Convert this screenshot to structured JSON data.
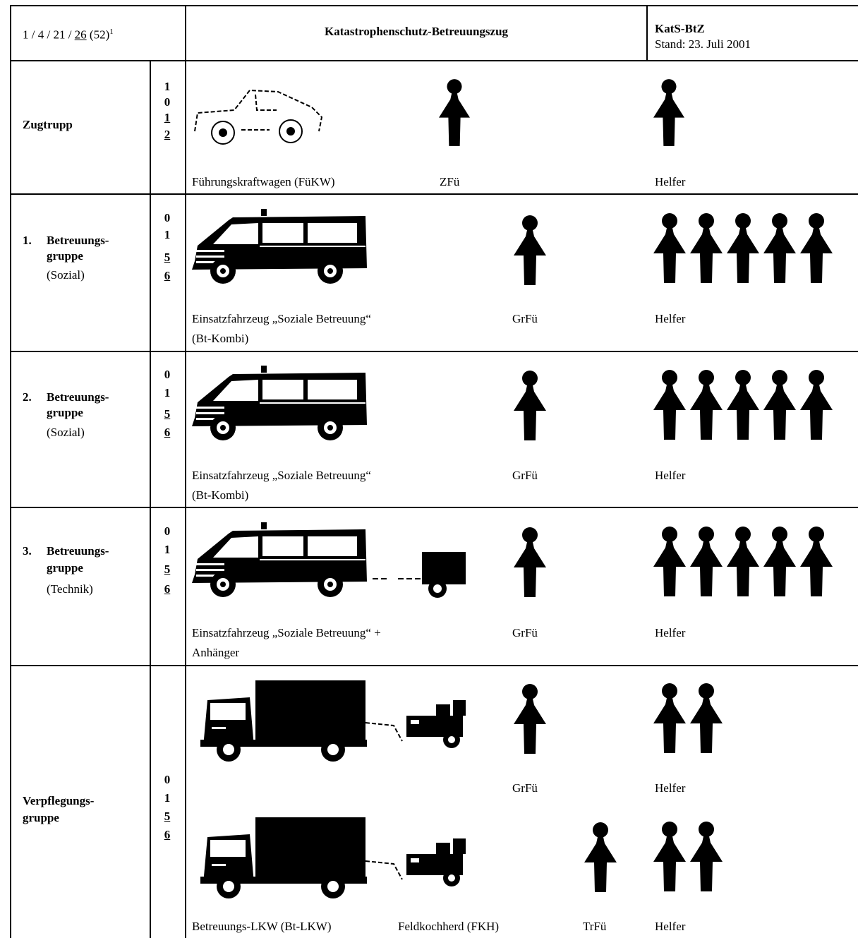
{
  "header": {
    "code_prefix": "1 / 4 / 21 / ",
    "code_underlined": "26",
    "code_suffix": " (52)",
    "code_footnote": "1",
    "title": "Katastrophenschutz-Betreuungszug",
    "abbrev": "KatS-BtZ",
    "stand": "Stand: 23. Juli 2001"
  },
  "rows": [
    {
      "name_line1": "Zugtrupp",
      "strength": [
        "1",
        "0",
        "1",
        "2"
      ],
      "vehicle_caption": "Führungskraftwagen (FüKW)",
      "leader_caption": "ZFü",
      "helper_caption": "Helfer"
    },
    {
      "name_num": "1.",
      "name_line1": "Betreuungs-",
      "name_line2": "gruppe",
      "name_line3": "(Sozial)",
      "strength": [
        "0",
        "1",
        "5",
        "6"
      ],
      "vehicle_caption": "Einsatzfahrzeug „Soziale Betreuung“",
      "vehicle_caption2": "(Bt-Kombi)",
      "leader_caption": "GrFü",
      "helper_caption": "Helfer"
    },
    {
      "name_num": "2.",
      "name_line1": "Betreuungs-",
      "name_line2": "gruppe",
      "name_line3": "(Sozial)",
      "strength": [
        "0",
        "1",
        "5",
        "6"
      ],
      "vehicle_caption": "Einsatzfahrzeug „Soziale Betreuung“",
      "vehicle_caption2": "(Bt-Kombi)",
      "leader_caption": "GrFü",
      "helper_caption": "Helfer"
    },
    {
      "name_num": "3.",
      "name_line1": "Betreuungs-",
      "name_line2": "gruppe",
      "name_line3": "(Technik)",
      "strength": [
        "0",
        "1",
        "5",
        "6"
      ],
      "vehicle_caption": "Einsatzfahrzeug „Soziale Betreuung“ +",
      "vehicle_caption2": "Anhänger",
      "leader_caption": "GrFü",
      "helper_caption": "Helfer"
    },
    {
      "name_line1": "Verpflegungs-",
      "name_line2": "gruppe",
      "strength": [
        "0",
        "1",
        "5",
        "6"
      ],
      "upper_leader_caption": "GrFü",
      "upper_helper_caption": "Helfer",
      "vehicle_caption": "Betreuungs-LKW (Bt-LKW)",
      "trailer_caption": "Feldkochherd (FKH)",
      "leader_caption": "TrFü",
      "helper_caption": "Helfer"
    }
  ],
  "icons": {
    "person": "person-silhouette-icon",
    "person_outline": "person-outline-icon",
    "jeep": "jeep-outline-icon",
    "van": "van-icon",
    "trailer": "box-trailer-icon",
    "truck": "truck-icon",
    "field_kitchen": "field-kitchen-trailer-icon"
  },
  "colors": {
    "ink": "#000000",
    "paper": "#ffffff"
  }
}
